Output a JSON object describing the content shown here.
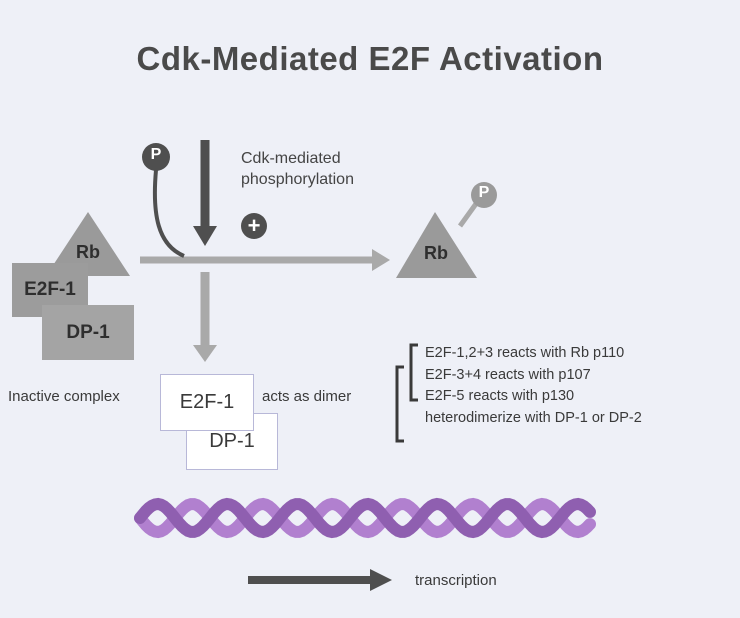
{
  "title": "Cdk-Mediated E2F Activation",
  "phosphorylation_label": [
    "Cdk-mediated",
    "phosphorylation"
  ],
  "phosphate_symbol": "P",
  "activator_symbol": "+",
  "rb_label": "Rb",
  "complex_proteins": [
    "E2F-1",
    "DP-1"
  ],
  "inactive_complex_label": "Inactive complex",
  "dimer_label": "acts as dimer",
  "notes": [
    "E2F-1,2+3 reacts with Rb p110",
    "E2F-3+4 reacts with p107",
    "E2F-5 reacts with p130",
    "heterodimerize with DP-1 or DP-2"
  ],
  "transcription_label": "transcription",
  "colors": {
    "background": "#eef0f7",
    "dark_arrow": "#4f4f4f",
    "light_arrow": "#a9a9a9",
    "dna_strand": "#b180cf",
    "dna_strand_dark": "#8f5fb0",
    "gray_shape": "#9a9a9a"
  }
}
